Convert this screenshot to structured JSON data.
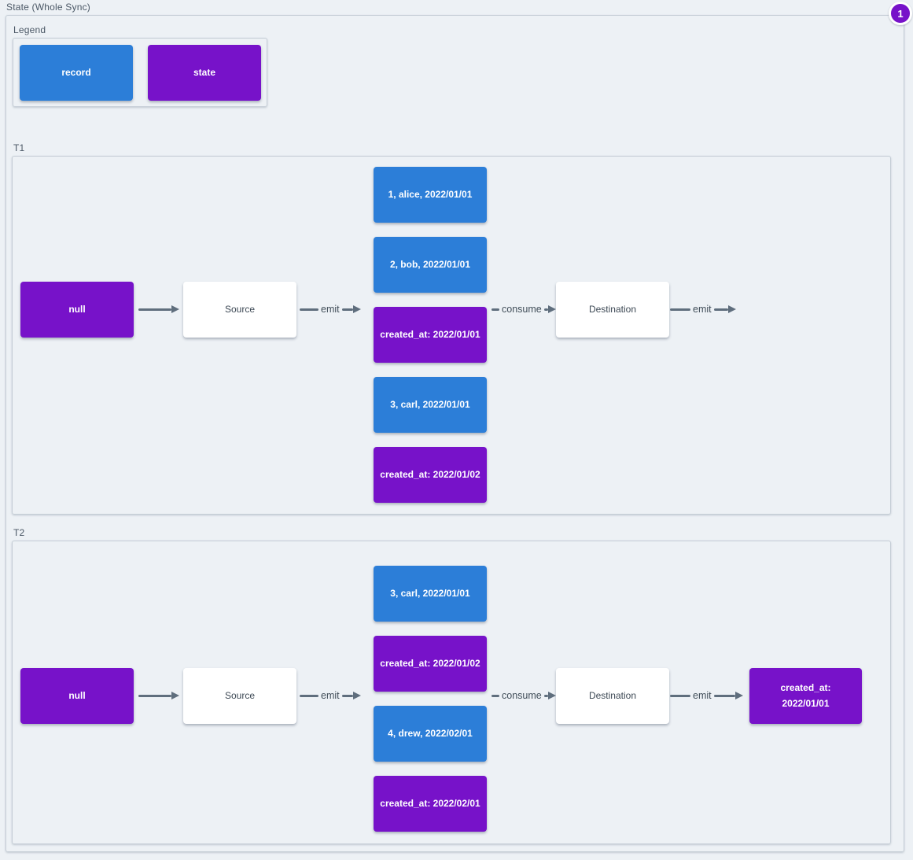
{
  "title": "State (Whole Sync)",
  "badge": {
    "label": "1"
  },
  "colors": {
    "record": "#2c7ed8",
    "state": "#7712c9",
    "background": "#edf1f5",
    "arrow": "#5f6e7d"
  },
  "legend": {
    "label": "Legend",
    "items": [
      {
        "type": "record",
        "label": "record"
      },
      {
        "type": "state",
        "label": "state"
      }
    ]
  },
  "sections": {
    "t1": {
      "label": "T1",
      "input_state": "null",
      "source": "Source",
      "destination": "Destination",
      "arrows": {
        "emit_source": "emit",
        "consume": "consume",
        "emit_destination": "emit"
      },
      "stream": [
        {
          "type": "record",
          "text": "1, alice, 2022/01/01"
        },
        {
          "type": "record",
          "text": "2, bob, 2022/01/01"
        },
        {
          "type": "state",
          "text": "created_at: 2022/01/01"
        },
        {
          "type": "record",
          "text": "3, carl, 2022/01/01"
        },
        {
          "type": "state",
          "text": "created_at: 2022/01/02"
        }
      ]
    },
    "t2": {
      "label": "T2",
      "input_state": "null",
      "source": "Source",
      "destination": "Destination",
      "arrows": {
        "emit_source": "emit",
        "consume": "consume",
        "emit_destination": "emit"
      },
      "stream": [
        {
          "type": "record",
          "text": "3, carl, 2022/01/01"
        },
        {
          "type": "state",
          "text": "created_at: 2022/01/02"
        },
        {
          "type": "record",
          "text": "4, drew, 2022/02/01"
        },
        {
          "type": "state",
          "text": "created_at: 2022/02/01"
        }
      ],
      "output_state": "created_at: 2022/01/01"
    }
  }
}
